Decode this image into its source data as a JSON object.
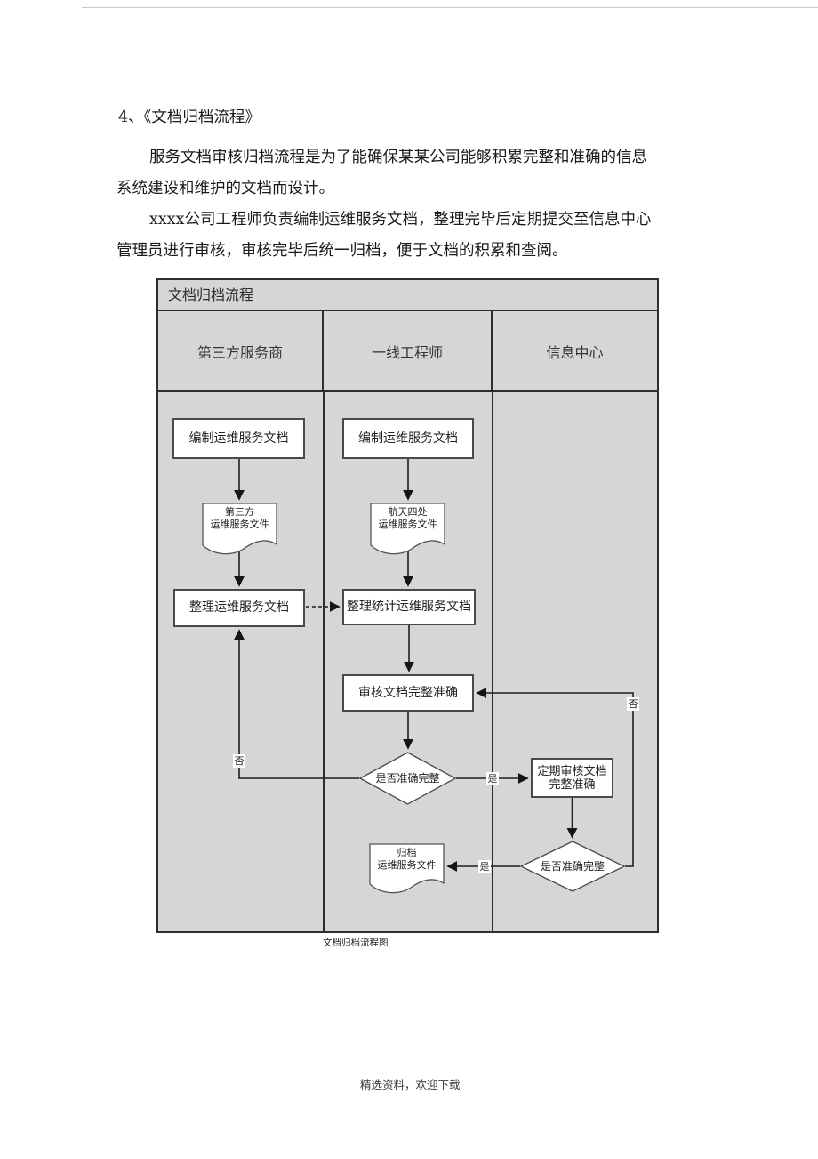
{
  "document": {
    "heading": "4、《文档归档流程》",
    "paragraphs": [
      {
        "line1": "服务文档审核归档流程是为了能确保某某公司能够积累完整和准确的信息",
        "line2": "系统建设和维护的文档而设计。"
      },
      {
        "line1": "xxxx公司工程师负责编制运维服务文档，整理完毕后定期提交至信息中心",
        "line2": "管理员进行审核，审核完毕后统一归档，便于文档的积累和查阅。"
      }
    ],
    "caption": "文档归档流程图",
    "footer": "精选资料，欢迎下载"
  },
  "flowchart": {
    "title": "文档归档流程",
    "lanes": [
      {
        "label": "第三方服务商"
      },
      {
        "label": "一线工程师"
      },
      {
        "label": "信息中心"
      }
    ],
    "nodes": {
      "compile_doc_vendor": "编制运维服务文档",
      "compile_doc_engineer": "编制运维服务文档",
      "vendor_file_line1": "第三方",
      "vendor_file_line2": "运维服务文件",
      "dept_file_line1": "航天四处",
      "dept_file_line2": "运维服务文件",
      "organize_vendor": "整理运维服务文档",
      "organize_engineer": "整理统计运维服务文档",
      "review_doc": "审核文档完整准确",
      "decision1": "是否准确完整",
      "periodic_review_line1": "定期审核文档",
      "periodic_review_line2": "完整准确",
      "decision2": "是否准确完整",
      "archive_file_line1": "归档",
      "archive_file_line2": "运维服务文件"
    },
    "edge_labels": {
      "no1": "否",
      "yes1": "是",
      "yes2": "是",
      "no2": "否"
    },
    "colors": {
      "page_bg": "#ffffff",
      "chart_bg": "#d6d6d6",
      "shape_fill": "#ffffff",
      "shape_border": "#4a4a4a",
      "frame_border": "#2e2e2e",
      "connector": "#1f1f1f"
    }
  }
}
